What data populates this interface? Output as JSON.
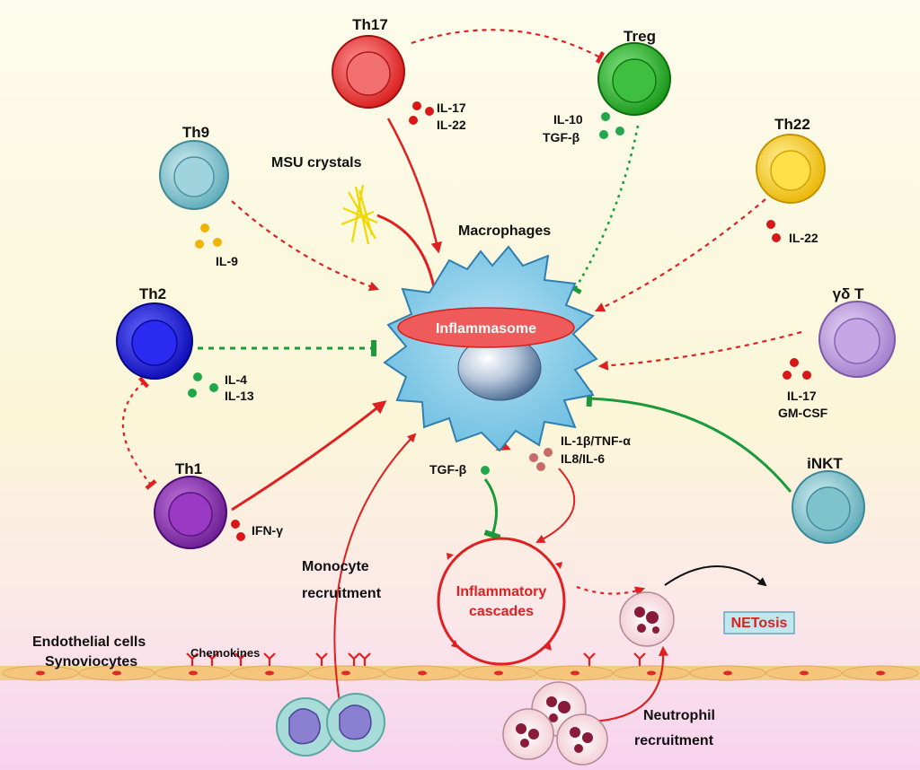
{
  "cells": {
    "th17": {
      "label": "Th17",
      "cytokines": [
        "IL-17",
        "IL-22"
      ],
      "color": "#e02020"
    },
    "treg": {
      "label": "Treg",
      "cytokines": [
        "IL-10",
        "TGF-β"
      ],
      "color": "#20b020"
    },
    "th9": {
      "label": "Th9",
      "cytokines": [
        "IL-9"
      ],
      "color": "#6fb7c4"
    },
    "th22": {
      "label": "Th22",
      "cytokines": [
        "IL-22"
      ],
      "color": "#f5c400"
    },
    "th2": {
      "label": "Th2",
      "cytokines": [
        "IL-4",
        "IL-13"
      ],
      "color": "#1a1ad6"
    },
    "gdt": {
      "label": "γδ T",
      "cytokines": [
        "IL-17",
        "GM-CSF"
      ],
      "color": "#b48ad6"
    },
    "th1": {
      "label": "Th1",
      "cytokines": [
        "IFN-γ"
      ],
      "color": "#8a2ab0"
    },
    "inkt": {
      "label": "iNKT",
      "color": "#5fb0bd"
    }
  },
  "macrophage": {
    "label": "Macrophages",
    "inflammasome": "Inflammasome",
    "outputs": [
      "IL-1β/TNF-α",
      "IL8/IL-6"
    ],
    "tgf": "TGF-β"
  },
  "msu": "MSU crystals",
  "monocyte": [
    "Monocyte",
    "recruitment"
  ],
  "cascade": [
    "Inflammatory",
    "cascades"
  ],
  "netosis": {
    "prefix": "NET",
    "suffix": "osis"
  },
  "endothelial": [
    "Endothelial cells",
    "Synoviocytes"
  ],
  "chemokines": "Chemokines",
  "neutrophil": [
    "Neutrophil",
    "recruitment"
  ],
  "colors": {
    "red": "#e02020",
    "green": "#1a9a3a",
    "cyto_red": "#d81818",
    "cyto_green": "#1fa84a",
    "cyto_yellow": "#f0b400"
  }
}
